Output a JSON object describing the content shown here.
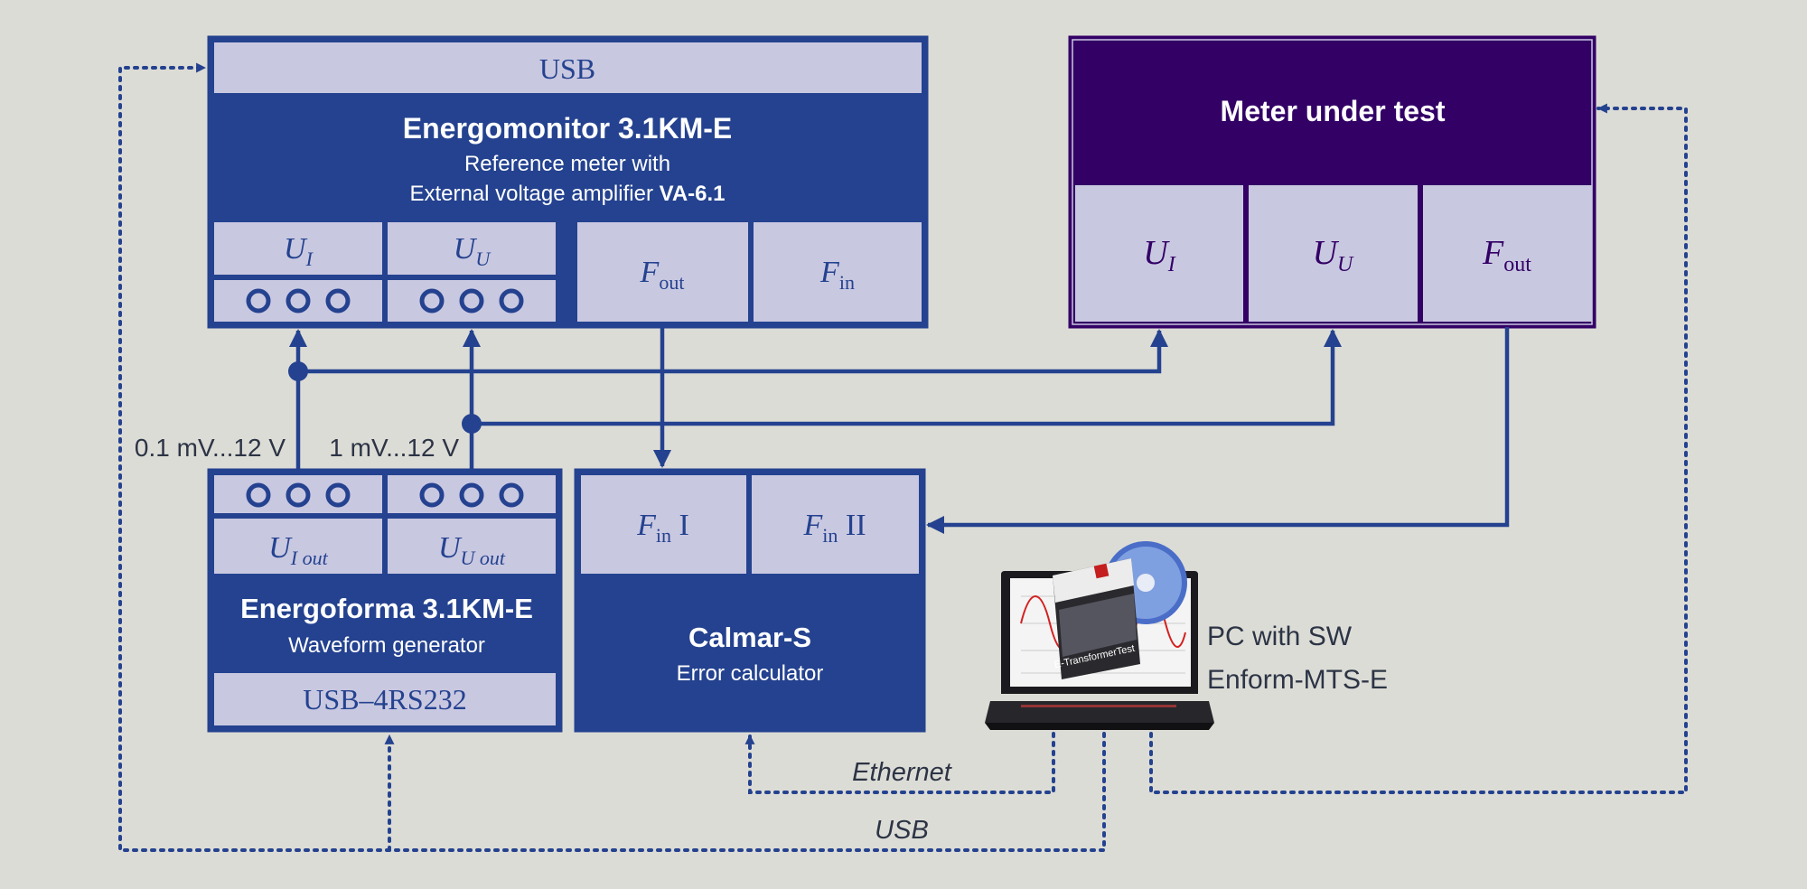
{
  "colors": {
    "background": "#dcdcd6",
    "blue": "#24428f",
    "light": "#c9c8e1",
    "purple": "#330066"
  },
  "energomonitor": {
    "port": "USB",
    "title": "Energomonitor 3.1KM-E",
    "desc_line1": "Reference meter with",
    "desc_line2_prefix": "External voltage amplifier ",
    "desc_line2_bold": "VA-6.1",
    "ui_label": "U",
    "ui_sub": "I",
    "uu_label": "U",
    "uu_sub": "U",
    "fout_label": "F",
    "fout_sub": "out",
    "fin_label": "F",
    "fin_sub": "in"
  },
  "meter_under_test": {
    "title": "Meter under test",
    "ui_label": "U",
    "ui_sub": "I",
    "uu_label": "U",
    "uu_sub": "U",
    "fout_label": "F",
    "fout_sub": "out"
  },
  "energoforma": {
    "ui_label": "U",
    "ui_sub": "I out",
    "uu_label": "U",
    "uu_sub": "U out",
    "title": "Energoforma 3.1KM-E",
    "desc": "Waveform generator",
    "port": "USB–4RS232",
    "range_i": "0.1 mV...12 V",
    "range_u": "1 mV...12 V"
  },
  "calmar": {
    "fin1_label": "F",
    "fin1_sub": "in",
    "fin1_suffix": " I",
    "fin2_label": "F",
    "fin2_sub": "in",
    "fin2_suffix": " II",
    "title": "Calmar-S",
    "desc": "Error calculator"
  },
  "pc": {
    "line1": "PC with SW",
    "line2": "Enform-MTS-E",
    "product_text": "E-TransformerTest"
  },
  "connections": {
    "ethernet": "Ethernet",
    "usb": "USB"
  }
}
